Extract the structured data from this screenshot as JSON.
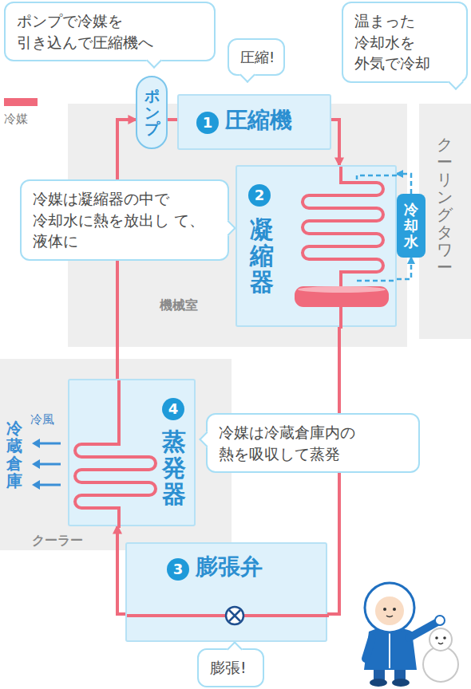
{
  "diagram": {
    "nodes": [
      {
        "text": [
          "ポンプで冷媒を 引き込んで圧縮機へ"
        ]
      },
      {
        "text": [
          "圧縮!"
        ]
      },
      {
        "text": [
          "温まった 冷却水を 外気で冷却"
        ]
      },
      {
        "text": [
          "機械室"
        ]
      },
      {
        "text": [
          "クーリングタワー"
        ]
      },
      {
        "text": [
          "クーラー"
        ]
      },
      {
        "text": [
          "ポンプ"
        ]
      },
      {
        "text": [
          "1",
          "圧縮機"
        ]
      },
      {
        "text": [
          "2",
          "凝縮器"
        ],
        "in": 3
      },
      {
        "text": [
          "冷却水"
        ]
      },
      {
        "text": [
          "冷媒は凝縮器の中で 冷却水に熱を放出し て、液体に"
        ]
      },
      {
        "text": [
          "4",
          "蒸発器"
        ],
        "in": 5
      },
      {
        "text": [
          "冷媒は冷蔵倉庫内の 熱を吸収して蒸発"
        ]
      },
      {
        "text": [
          "3",
          "膨張弁"
        ]
      },
      {
        "text": [
          "膨張!"
        ]
      }
    ],
    "edges": [
      {
        "from": 6,
        "to": 7,
        "arrow": "none"
      },
      {
        "from": 7,
        "to": 8,
        "arrow": "to"
      },
      {
        "from": 8,
        "to": 13,
        "arrow": "none"
      },
      {
        "from": 13,
        "to": 11,
        "arrow": "to"
      },
      {
        "from": 11,
        "to": 6,
        "arrow": "to"
      },
      {
        "from": 9,
        "to": 8,
        "arrow": "to"
      },
      {
        "from": 8,
        "to": 9,
        "arrow": "to"
      },
      {
        "from": 9,
        "to": 4,
        "arrow": "none"
      }
    ],
    "labels": [
      "冷蔵倉庫",
      "冷風"
    ],
    "legend": [
      {
        "text": "冷媒",
        "color": "#f06a7c"
      }
    ]
  }
}
